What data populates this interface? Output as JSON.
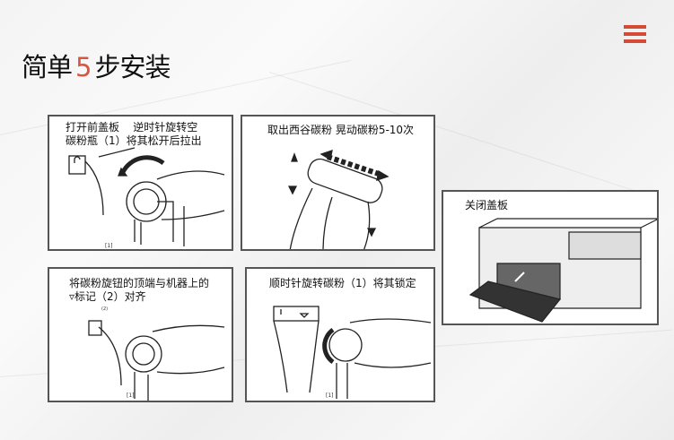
{
  "header": {
    "title_prefix": "简单",
    "title_number": "5",
    "title_suffix": "步安装",
    "menu_icon": "hamburger-icon",
    "accent": "#d44a34"
  },
  "steps": [
    {
      "caption_line1": "打开前盖板    逆时针旋转空",
      "caption_line2": "碳粉瓶（1）将其松开后拉出",
      "label": "[1]"
    },
    {
      "caption_line1": "取出西谷碳粉 晃动碳粉5-10次"
    },
    {
      "caption_line1": "将碳粉旋钮的顶端与机器上的",
      "caption_line2": "▿标记（2）对齐",
      "label": "[1]",
      "label2": "(2)"
    },
    {
      "caption_line1": "顺时针旋转碳粉（1）将其锁定",
      "label": "[1]"
    },
    {
      "caption_line1": "关闭盖板"
    }
  ]
}
